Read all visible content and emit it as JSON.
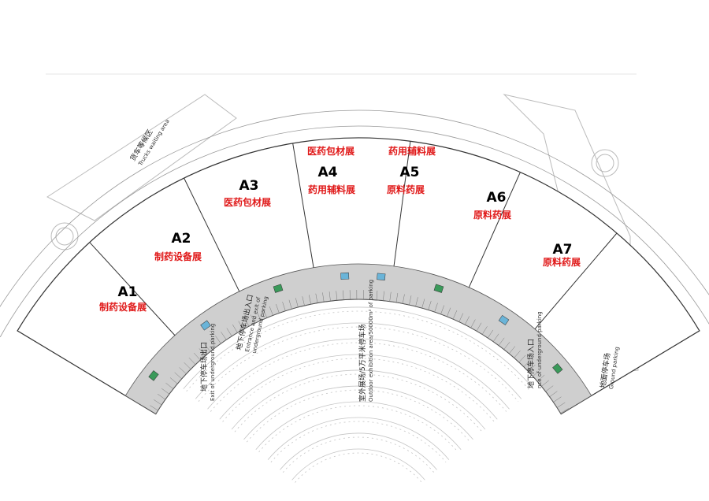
{
  "map": {
    "halls": [
      {
        "id": "A1",
        "lines": [
          "制药设备展"
        ]
      },
      {
        "id": "A2",
        "lines": [
          "制药设备展"
        ]
      },
      {
        "id": "A3",
        "lines": [
          "医药包材展"
        ]
      },
      {
        "id": "A4",
        "lines": [
          "医药包材展",
          "药用辅料展"
        ]
      },
      {
        "id": "A5",
        "lines": [
          "药用辅料展",
          "原料药展"
        ]
      },
      {
        "id": "A6",
        "lines": [
          "原料药展"
        ]
      },
      {
        "id": "A7",
        "lines": [
          "原料药展"
        ]
      }
    ],
    "labels": {
      "truck_waiting": {
        "zh": "货车等候区",
        "en": "Trucks waiting area"
      },
      "exit_parking": {
        "zh": "地下停车场出口",
        "en": "Exit of underground parking"
      },
      "entrance_exit_parking": {
        "zh": "地下停车场出入口",
        "en1": "Entrance and exit of",
        "en2": "underground parking"
      },
      "outdoor_exhibition": {
        "zh": "室外展场/5万平米停车场",
        "en": "Outdoor exhibition area/50000m² of parking"
      },
      "entrance_parking": {
        "zh": "地下停车场入口",
        "en": "nce of underground parking"
      },
      "ground_parking": {
        "zh": "地面停车场",
        "en": "Ground parking"
      }
    }
  }
}
